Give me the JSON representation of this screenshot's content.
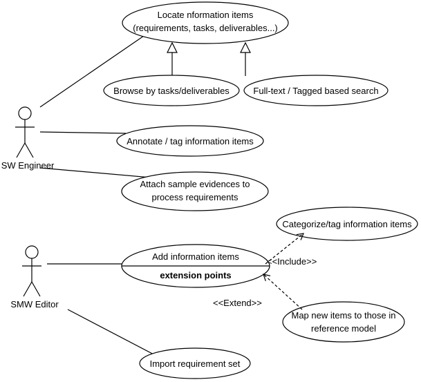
{
  "actors": {
    "sw_engineer": "SW Engineer",
    "smw_editor": "SMW Editor"
  },
  "use_cases": {
    "locate_line1": "Locate nformation items",
    "locate_line2": "(requirements, tasks, deliverables...)",
    "browse": "Browse by tasks/deliverables",
    "fulltext": "Full-text / Tagged based search",
    "annotate": "Annotate / tag information items",
    "attach_line1": "Attach sample evidences to",
    "attach_line2": "process requirements",
    "categorize": "Categorize/tag information items",
    "add_items": "Add information items",
    "extension_points": "extension points",
    "map_line1": "Map new items to those in",
    "map_line2": "reference model",
    "import": "Import requirement set"
  },
  "stereotypes": {
    "include": "<<Include>>",
    "extend": "<<Extend>>"
  }
}
